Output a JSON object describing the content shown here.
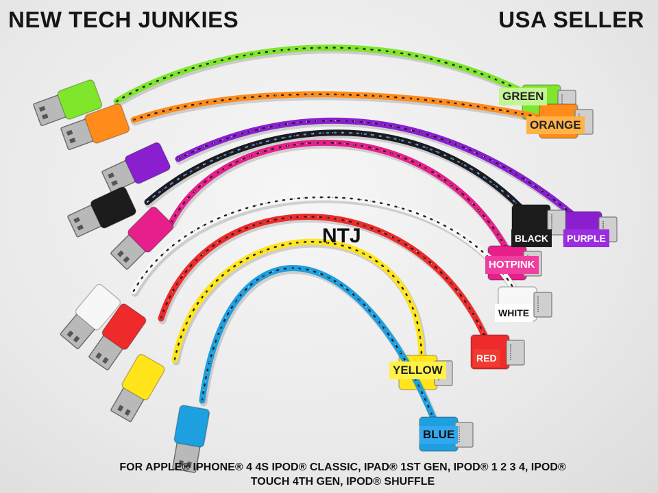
{
  "header": {
    "left_title": "NEW TECH JUNKIES",
    "right_title": "USA SELLER"
  },
  "center_logo": "NTJ",
  "cables": [
    {
      "id": "green",
      "label": "GREEN",
      "color": "#7fe62c",
      "label_bg": "#c4f596",
      "label_fg": "#222222"
    },
    {
      "id": "orange",
      "label": "ORANGE",
      "color": "#ff8c1a",
      "label_bg": "#ffb347",
      "label_fg": "#222222"
    },
    {
      "id": "black",
      "label": "BLACK",
      "color": "#1c1c1c",
      "label_bg": "#1c1c1c",
      "label_fg": "#ffffff"
    },
    {
      "id": "purple",
      "label": "PURPLE",
      "color": "#8a1fd0",
      "label_bg": "#9a2de0",
      "label_fg": "#ffffff"
    },
    {
      "id": "hotpink",
      "label": "HOTPINK",
      "color": "#e61f8a",
      "label_bg": "#f03ea0",
      "label_fg": "#ffffff"
    },
    {
      "id": "white",
      "label": "WHITE",
      "color": "#f7f7f7",
      "label_bg": "#ffffff",
      "label_fg": "#111111"
    },
    {
      "id": "red",
      "label": "RED",
      "color": "#ee2a2a",
      "label_bg": "#ef3a30",
      "label_fg": "#ffffff"
    },
    {
      "id": "yellow",
      "label": "YELLOW",
      "color": "#ffe51a",
      "label_bg": "#fff14a",
      "label_fg": "#222222"
    },
    {
      "id": "blue",
      "label": "BLUE",
      "color": "#1e9fe0",
      "label_bg": "#33a8ee",
      "label_fg": "#111111"
    }
  ],
  "footer": {
    "line1": "FOR APPLE® IPHONE® 4 4S IPOD® CLASSIC, IPAD® 1ST GEN, IPOD® 1 2 3 4, IPOD®",
    "line2": "TOUCH 4TH GEN, IPOD® SHUFFLE"
  }
}
